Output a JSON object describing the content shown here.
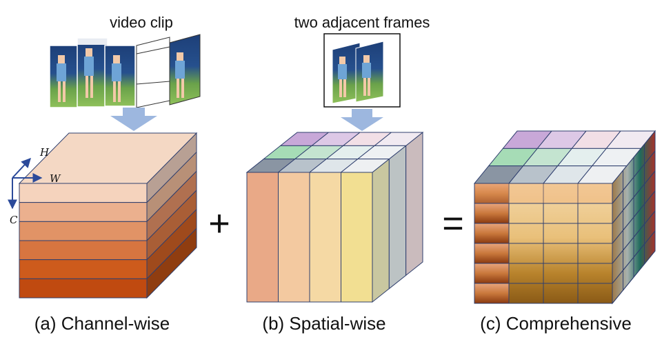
{
  "labels": {
    "video_clip": "video clip",
    "two_frames": "two adjacent frames",
    "caption_a": "(a) Channel-wise",
    "caption_b": "(b) Spatial-wise",
    "caption_c": "(c) Comprehensive",
    "plus": "+",
    "equals": "=",
    "axis_h": "H",
    "axis_w": "W",
    "axis_c": "C"
  },
  "colors": {
    "arrow": "#9db7df",
    "edge": "#2f3f6e",
    "axis": "#2b4a9a",
    "channel_front": [
      "#f5d3bd",
      "#ebb08e",
      "#e19366",
      "#d77540",
      "#cd5b1c",
      "#c04a10"
    ],
    "channel_top": "#f4d8c4",
    "channel_side": [
      "#b8a094",
      "#b89077",
      "#b07050",
      "#a95e36",
      "#9f4a1c",
      "#8f3d10"
    ],
    "spatial_columns": [
      "#e9a987",
      "#f3c9a0",
      "#f5d9a4",
      "#f2df92"
    ],
    "spatial_side_columns": [
      "#c9c7a0",
      "#bcc3c4",
      "#cabbbd"
    ],
    "spatial_top_rows": [
      [
        "#c8a8d8",
        "#ddc8e6",
        "#f2dfe6",
        "#f1eaf1"
      ],
      [
        "#a6dcb6",
        "#c4e4d0",
        "#e4efee",
        "#eef1f3"
      ],
      [
        "#8a95a3",
        "#b8c2cb",
        "#dfe6ea",
        "#eef0f2"
      ]
    ]
  }
}
